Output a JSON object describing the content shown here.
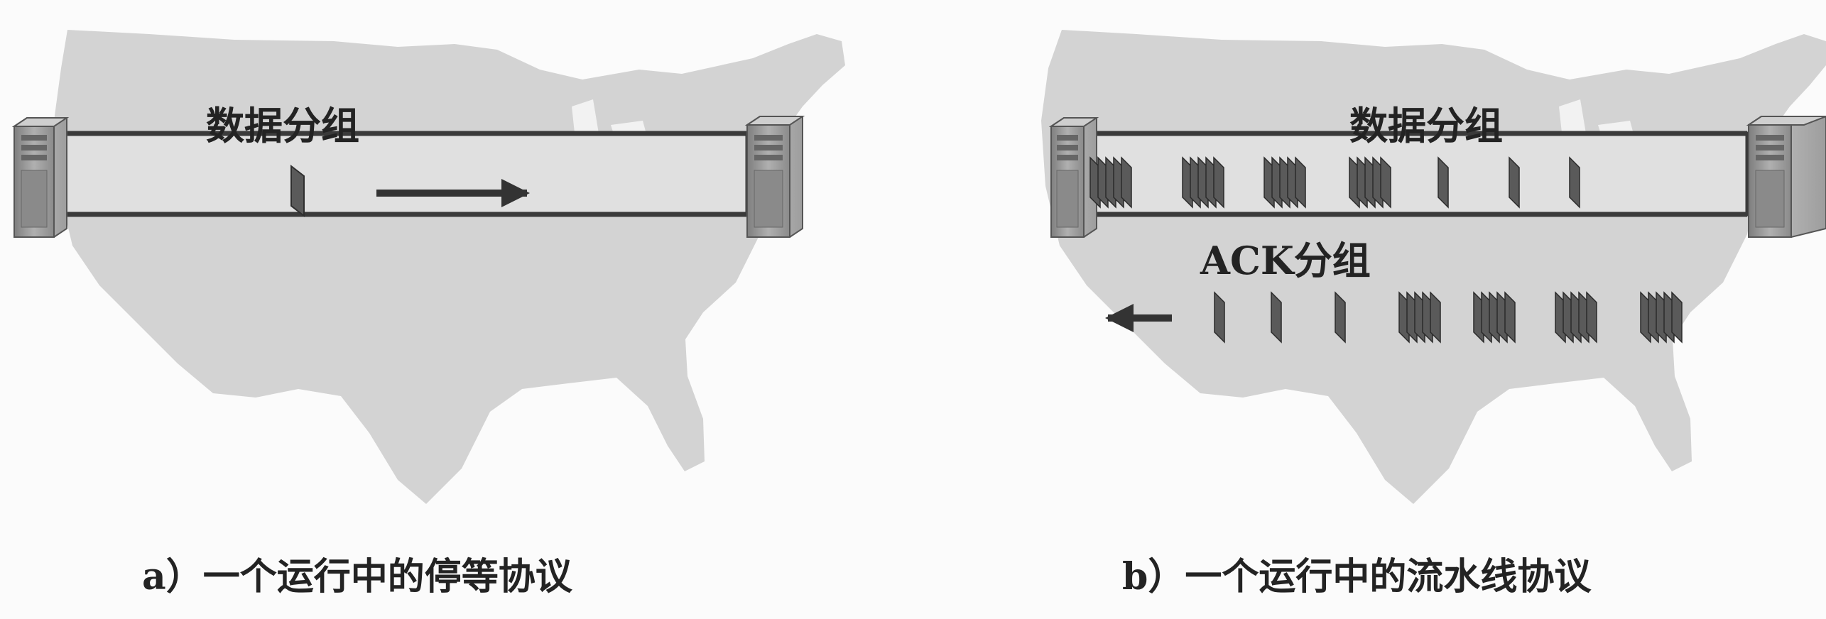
{
  "panels": [
    {
      "data_label": "数据分组",
      "caption": "a）一个运行中的停等协议"
    },
    {
      "data_label": "数据分组",
      "ack_label": "ACK分组",
      "caption": "b）一个运行中的流水线协议"
    }
  ],
  "colors": {
    "map": "#d2d2d2",
    "pipe": "#e0e0e0",
    "pipe_line": "#3a3a3a",
    "server": "#9a9a9a",
    "packet": "#555555",
    "text": "#232323"
  }
}
